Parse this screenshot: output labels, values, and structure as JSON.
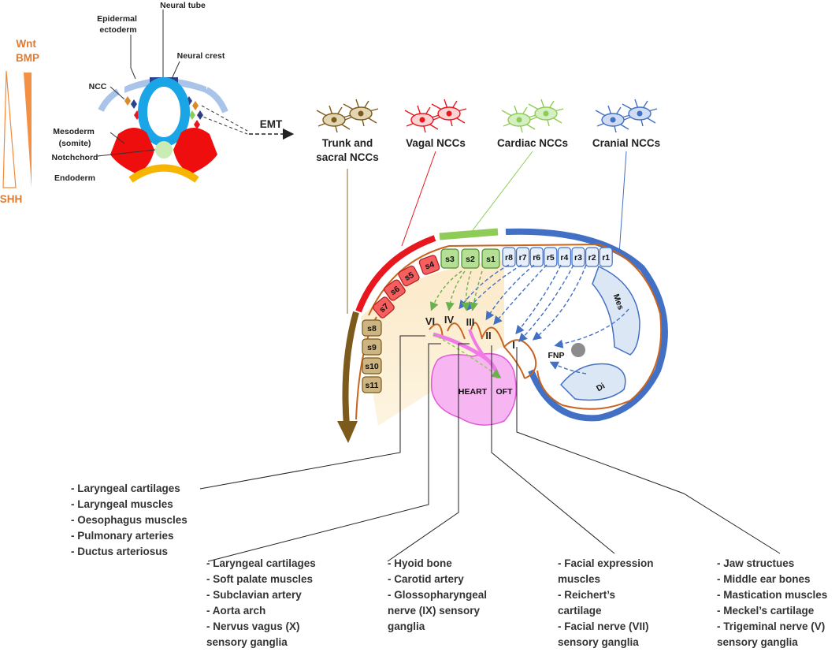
{
  "colors": {
    "accent_orange": "#e98a3c",
    "vagal": "#e8161e",
    "cardiac": "#8fcb57",
    "cranial": "#4270c4",
    "trunk": "#7b5a1c",
    "somite_red": "#ef0e0e",
    "neural_tube": "#19a5e6",
    "heart": "#f7b6f2",
    "endoderm": "#f7b500",
    "vessel": "#c8641e"
  },
  "cross_section": {
    "neural_tube": "Neural tube",
    "epidermal_ectoderm": "Epidermal\nectoderm",
    "neural_crest": "Neural crest",
    "ncc": "NCC",
    "mesoderm": "Mesoderm\n(somite)",
    "notochord": "Notchchord",
    "endoderm": "Endoderm",
    "emt": "EMT"
  },
  "gradients": {
    "top": "Wnt\nBMP",
    "bottom": "SHH"
  },
  "ncc_types": [
    {
      "id": "trunk",
      "label": "Trunk and\nsacral NCCs"
    },
    {
      "id": "vagal",
      "label": "Vagal NCCs"
    },
    {
      "id": "cardiac",
      "label": "Cardiac NCCs"
    },
    {
      "id": "cranial",
      "label": "Cranial NCCs"
    }
  ],
  "rhombomeres": [
    "r8",
    "r7",
    "r6",
    "r5",
    "r4",
    "r3",
    "r2",
    "r1"
  ],
  "somites_cardiac": [
    "s3",
    "s2",
    "s1"
  ],
  "somites_vagal": [
    "s4",
    "s5",
    "s6",
    "s7"
  ],
  "somites_trunk": [
    "s8",
    "s9",
    "s10",
    "s11"
  ],
  "arches": [
    "VI",
    "IV",
    "III",
    "II",
    "I"
  ],
  "labels": {
    "mes": "Mes",
    "di": "Di",
    "fnp": "FNP",
    "heart": "HEART",
    "oft": "OFT"
  },
  "fates": [
    {
      "id": "arch-vi",
      "items": [
        "- Laryngeal cartilages",
        "- Laryngeal muscles",
        "- Oesophagus muscles",
        "- Pulmonary arteries",
        "- Ductus arteriosus"
      ]
    },
    {
      "id": "arch-iv",
      "items": [
        "- Laryngeal cartilages",
        "- Soft palate muscles",
        "- Subclavian artery",
        "- Aorta arch",
        "- Nervus vagus (X)",
        "sensory ganglia"
      ]
    },
    {
      "id": "arch-iii",
      "items": [
        "- Hyoid bone",
        "- Carotid artery",
        "- Glossopharyngeal",
        "nerve (IX) sensory",
        "ganglia"
      ]
    },
    {
      "id": "arch-ii",
      "items": [
        "- Facial expression",
        "muscles",
        "- Reichert’s",
        "cartilage",
        "- Facial nerve (VII)",
        "sensory ganglia"
      ]
    },
    {
      "id": "arch-i",
      "items": [
        "- Jaw structues",
        "- Middle ear bones",
        "- Mastication muscles",
        "- Meckel’s cartilage",
        "- Trigeminal nerve (V)",
        "sensory ganglia"
      ]
    }
  ]
}
